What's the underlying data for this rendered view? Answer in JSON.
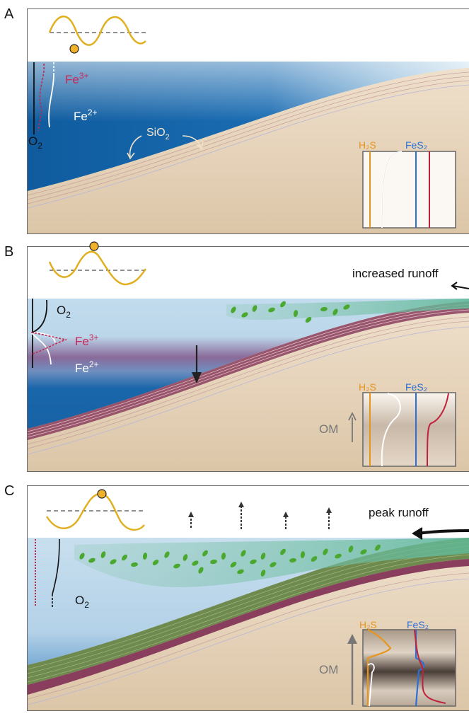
{
  "panels": [
    {
      "letter": "A",
      "labels": {
        "fe3": "Fe",
        "fe3_sup": "3+",
        "fe2": "Fe",
        "fe2_sup": "2+",
        "o2": "O",
        "o2_sub": "2",
        "sio2": "SiO",
        "sio2_sub": "2",
        "h2s": "H₂S",
        "fes2": "FeS₂"
      }
    },
    {
      "letter": "B",
      "labels": {
        "o2": "O",
        "o2_sub": "2",
        "fe3": "Fe",
        "fe3_sup": "3+",
        "fe2": "Fe",
        "fe2_sup": "2+",
        "runoff": "increased runoff",
        "h2s": "H₂S",
        "fes2": "FeS₂",
        "om": "OM"
      }
    },
    {
      "letter": "C",
      "labels": {
        "o2": "O",
        "o2_sub": "2",
        "runoff": "peak runoff",
        "h2s": "H₂S",
        "fes2": "FeS₂",
        "om": "OM"
      }
    }
  ],
  "colors": {
    "deep_water": "#1565a8",
    "light_water": "#bcd8ea",
    "sediment": "#e8d6bf",
    "oxic_red": "#b8274a",
    "h2s_orange": "#e8951c",
    "fes2_blue": "#2d6fd6",
    "fes2_red": "#c0213a",
    "algae_green": "#4aa82e",
    "wave_yellow": "#e8b820"
  }
}
